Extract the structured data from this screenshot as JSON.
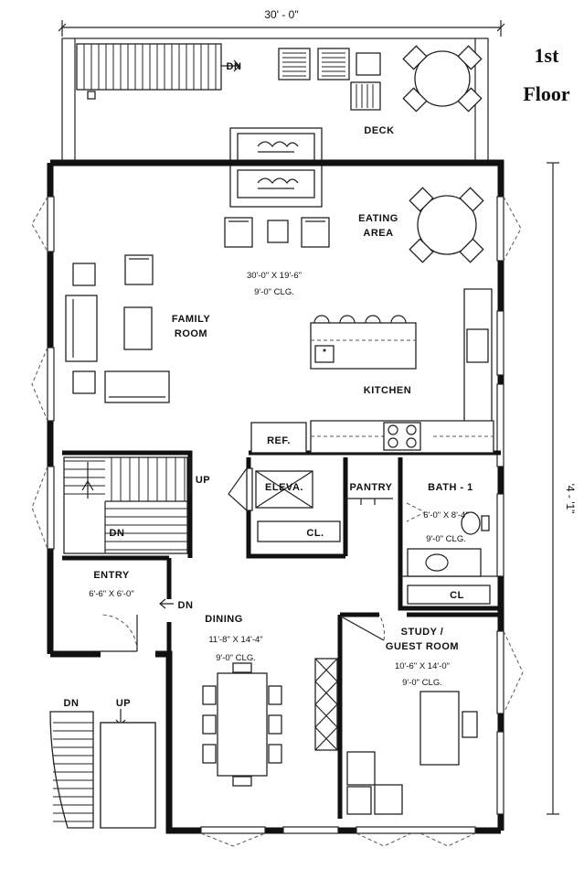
{
  "plan": {
    "title_line1": "1st",
    "title_line2": "Floor",
    "overall_width": "30' - 0\"",
    "overall_depth": "'4 - '1\"",
    "rooms": {
      "deck": {
        "name": "DECK",
        "stair_label": "DN"
      },
      "eating_area": {
        "name_line1": "EATING",
        "name_line2": "AREA"
      },
      "family_room": {
        "name_line1": "FAMILY",
        "name_line2": "ROOM",
        "size": "30'-0\" X 19'-6\"",
        "ceiling": "9'-0\" CLG."
      },
      "kitchen": {
        "name": "KITCHEN",
        "fridge": "REF."
      },
      "elevator": {
        "name": "ELEVA."
      },
      "pantry": {
        "name": "PANTRY"
      },
      "closet_hall": {
        "name": "CL."
      },
      "bath": {
        "name": "BATH - 1",
        "size": "6'-0\" X 8'-4\"",
        "ceiling": "9'-0\" CLG."
      },
      "closet_study": {
        "name": "CL"
      },
      "stair": {
        "up": "UP",
        "down": "DN"
      },
      "entry": {
        "name": "ENTRY",
        "size": "6'-6\" X 6'-0\"",
        "stair_label": "DN"
      },
      "dining": {
        "name": "DINING",
        "size": "11'-8\" X 14'-4\"",
        "ceiling": "9'-0\" CLG."
      },
      "study": {
        "name_line1": "STUDY /",
        "name_line2": "GUEST ROOM",
        "size": "10'-6\" X 14'-0\"",
        "ceiling": "9'-0\" CLG."
      },
      "exterior_stair": {
        "down": "DN",
        "up": "UP"
      }
    }
  }
}
